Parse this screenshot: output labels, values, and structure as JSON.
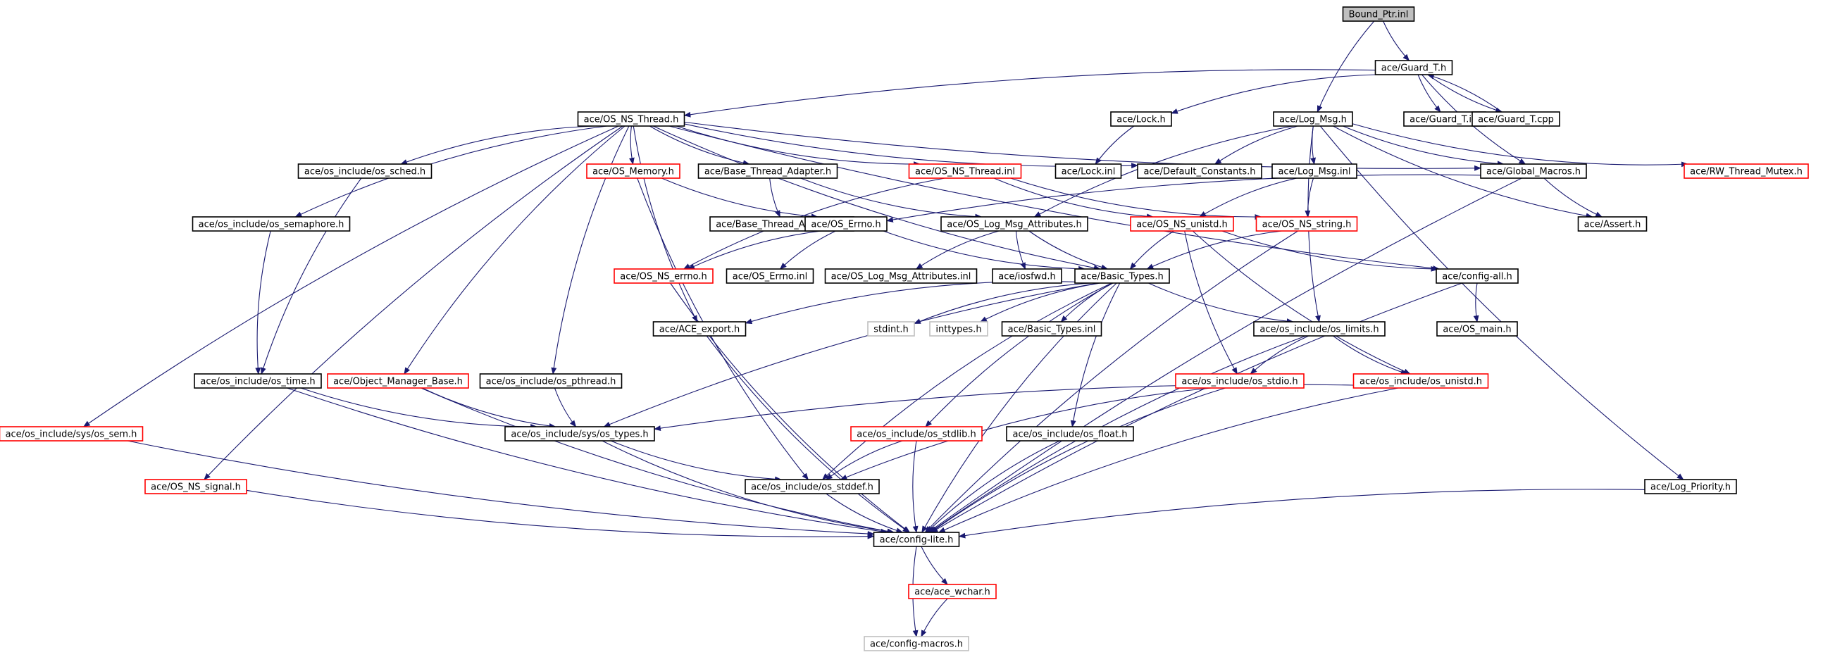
{
  "diagram": {
    "nodes": [
      {
        "id": "root",
        "label": "Bound_Ptr.inl",
        "kind": "root"
      },
      {
        "id": "guard_t_h",
        "label": "ace/Guard_T.h",
        "kind": "normal"
      },
      {
        "id": "os_ns_thread_h",
        "label": "ace/OS_NS_Thread.h",
        "kind": "normal"
      },
      {
        "id": "lock_h",
        "label": "ace/Lock.h",
        "kind": "normal"
      },
      {
        "id": "log_msg_h",
        "label": "ace/Log_Msg.h",
        "kind": "normal"
      },
      {
        "id": "guard_t_inl",
        "label": "ace/Guard_T.inl",
        "kind": "normal"
      },
      {
        "id": "guard_t_cpp",
        "label": "ace/Guard_T.cpp",
        "kind": "normal"
      },
      {
        "id": "os_sched_h",
        "label": "ace/os_include/os_sched.h",
        "kind": "normal"
      },
      {
        "id": "os_memory_h",
        "label": "ace/OS_Memory.h",
        "kind": "undoc"
      },
      {
        "id": "base_thread_adapter_h",
        "label": "ace/Base_Thread_Adapter.h",
        "kind": "normal"
      },
      {
        "id": "os_ns_thread_inl",
        "label": "ace/OS_NS_Thread.inl",
        "kind": "undoc"
      },
      {
        "id": "lock_inl",
        "label": "ace/Lock.inl",
        "kind": "normal"
      },
      {
        "id": "default_constants_h",
        "label": "ace/Default_Constants.h",
        "kind": "normal"
      },
      {
        "id": "log_msg_inl",
        "label": "ace/Log_Msg.inl",
        "kind": "normal"
      },
      {
        "id": "global_macros_h",
        "label": "ace/Global_Macros.h",
        "kind": "normal"
      },
      {
        "id": "rw_thread_mutex_h",
        "label": "ace/RW_Thread_Mutex.h",
        "kind": "undoc"
      },
      {
        "id": "os_semaphore_h",
        "label": "ace/os_include/os_semaphore.h",
        "kind": "normal"
      },
      {
        "id": "base_thread_adapter_inl",
        "label": "ace/Base_Thread_Adapter.inl",
        "kind": "normal"
      },
      {
        "id": "os_errno_h",
        "label": "ace/OS_Errno.h",
        "kind": "normal"
      },
      {
        "id": "os_log_msg_attributes_h",
        "label": "ace/OS_Log_Msg_Attributes.h",
        "kind": "normal"
      },
      {
        "id": "os_ns_unistd_h",
        "label": "ace/OS_NS_unistd.h",
        "kind": "undoc"
      },
      {
        "id": "os_ns_string_h",
        "label": "ace/OS_NS_string.h",
        "kind": "undoc"
      },
      {
        "id": "assert_h",
        "label": "ace/Assert.h",
        "kind": "normal"
      },
      {
        "id": "os_ns_errno_h",
        "label": "ace/OS_NS_errno.h",
        "kind": "undoc"
      },
      {
        "id": "os_errno_inl",
        "label": "ace/OS_Errno.inl",
        "kind": "normal"
      },
      {
        "id": "os_log_msg_attributes_inl",
        "label": "ace/OS_Log_Msg_Attributes.inl",
        "kind": "normal"
      },
      {
        "id": "iosfwd_h",
        "label": "ace/iosfwd.h",
        "kind": "normal"
      },
      {
        "id": "basic_types_h",
        "label": "ace/Basic_Types.h",
        "kind": "normal"
      },
      {
        "id": "config_all_h",
        "label": "ace/config-all.h",
        "kind": "normal"
      },
      {
        "id": "ace_export_h",
        "label": "ace/ACE_export.h",
        "kind": "normal"
      },
      {
        "id": "stdint_h",
        "label": "stdint.h",
        "kind": "missing"
      },
      {
        "id": "inttypes_h",
        "label": "inttypes.h",
        "kind": "missing"
      },
      {
        "id": "basic_types_inl",
        "label": "ace/Basic_Types.inl",
        "kind": "normal"
      },
      {
        "id": "os_limits_h",
        "label": "ace/os_include/os_limits.h",
        "kind": "normal"
      },
      {
        "id": "os_main_h",
        "label": "ace/OS_main.h",
        "kind": "normal"
      },
      {
        "id": "os_time_h",
        "label": "ace/os_include/os_time.h",
        "kind": "normal"
      },
      {
        "id": "object_manager_base_h",
        "label": "ace/Object_Manager_Base.h",
        "kind": "undoc"
      },
      {
        "id": "os_pthread_h",
        "label": "ace/os_include/os_pthread.h",
        "kind": "normal"
      },
      {
        "id": "os_stdio_h",
        "label": "ace/os_include/os_stdio.h",
        "kind": "undoc"
      },
      {
        "id": "os_unistd_h",
        "label": "ace/os_include/os_unistd.h",
        "kind": "undoc"
      },
      {
        "id": "os_sem_h",
        "label": "ace/os_include/sys/os_sem.h",
        "kind": "undoc"
      },
      {
        "id": "os_types_h",
        "label": "ace/os_include/sys/os_types.h",
        "kind": "normal"
      },
      {
        "id": "os_stdlib_h",
        "label": "ace/os_include/os_stdlib.h",
        "kind": "undoc"
      },
      {
        "id": "os_float_h",
        "label": "ace/os_include/os_float.h",
        "kind": "normal"
      },
      {
        "id": "os_ns_signal_h",
        "label": "ace/OS_NS_signal.h",
        "kind": "undoc"
      },
      {
        "id": "os_stddef_h",
        "label": "ace/os_include/os_stddef.h",
        "kind": "normal"
      },
      {
        "id": "log_priority_h",
        "label": "ace/Log_Priority.h",
        "kind": "normal"
      },
      {
        "id": "config_lite_h",
        "label": "ace/config-lite.h",
        "kind": "normal"
      },
      {
        "id": "ace_wchar_h",
        "label": "ace/ace_wchar.h",
        "kind": "undoc"
      },
      {
        "id": "config_macros_h",
        "label": "ace/config-macros.h",
        "kind": "missing"
      }
    ],
    "edges": [
      [
        "root",
        "guard_t_h"
      ],
      [
        "root",
        "log_msg_h"
      ],
      [
        "guard_t_h",
        "os_ns_thread_h"
      ],
      [
        "guard_t_h",
        "lock_h"
      ],
      [
        "guard_t_h",
        "guard_t_inl"
      ],
      [
        "guard_t_h",
        "guard_t_cpp"
      ],
      [
        "guard_t_h",
        "global_macros_h"
      ],
      [
        "guard_t_cpp",
        "guard_t_h"
      ],
      [
        "lock_h",
        "lock_inl"
      ],
      [
        "log_msg_h",
        "default_constants_h"
      ],
      [
        "log_msg_h",
        "log_msg_inl"
      ],
      [
        "log_msg_h",
        "global_macros_h"
      ],
      [
        "log_msg_h",
        "assert_h"
      ],
      [
        "log_msg_h",
        "os_log_msg_attributes_h"
      ],
      [
        "log_msg_h",
        "os_limits_h"
      ],
      [
        "log_msg_h",
        "rw_thread_mutex_h"
      ],
      [
        "log_msg_h",
        "log_priority_h"
      ],
      [
        "log_msg_inl",
        "os_ns_string_h"
      ],
      [
        "log_msg_inl",
        "os_ns_unistd_h"
      ],
      [
        "os_ns_thread_h",
        "os_sched_h"
      ],
      [
        "os_ns_thread_h",
        "os_memory_h"
      ],
      [
        "os_ns_thread_h",
        "base_thread_adapter_h"
      ],
      [
        "os_ns_thread_h",
        "os_ns_thread_inl"
      ],
      [
        "os_ns_thread_h",
        "default_constants_h"
      ],
      [
        "os_ns_thread_h",
        "global_macros_h"
      ],
      [
        "os_ns_thread_h",
        "os_semaphore_h"
      ],
      [
        "os_ns_thread_h",
        "os_sem_h"
      ],
      [
        "os_ns_thread_h",
        "os_ns_signal_h"
      ],
      [
        "os_ns_thread_h",
        "object_manager_base_h"
      ],
      [
        "os_ns_thread_h",
        "os_pthread_h"
      ],
      [
        "os_ns_thread_h",
        "ace_export_h"
      ],
      [
        "os_ns_thread_h",
        "basic_types_h"
      ],
      [
        "os_ns_thread_h",
        "config_all_h"
      ],
      [
        "os_sched_h",
        "os_time_h"
      ],
      [
        "os_semaphore_h",
        "os_time_h"
      ],
      [
        "os_memory_h",
        "os_errno_h"
      ],
      [
        "os_memory_h",
        "os_stddef_h"
      ],
      [
        "base_thread_adapter_h",
        "base_thread_adapter_inl"
      ],
      [
        "base_thread_adapter_h",
        "os_log_msg_attributes_h"
      ],
      [
        "os_ns_thread_inl",
        "os_ns_errno_h"
      ],
      [
        "os_ns_thread_inl",
        "os_ns_unistd_h"
      ],
      [
        "os_ns_thread_inl",
        "os_ns_string_h"
      ],
      [
        "global_macros_h",
        "os_errno_h"
      ],
      [
        "global_macros_h",
        "assert_h"
      ],
      [
        "global_macros_h",
        "config_lite_h"
      ],
      [
        "os_errno_h",
        "os_ns_errno_h"
      ],
      [
        "os_errno_h",
        "os_errno_inl"
      ],
      [
        "os_errno_h",
        "basic_types_h"
      ],
      [
        "os_log_msg_attributes_h",
        "os_log_msg_attributes_inl"
      ],
      [
        "os_log_msg_attributes_h",
        "iosfwd_h"
      ],
      [
        "os_log_msg_attributes_h",
        "basic_types_h"
      ],
      [
        "os_ns_unistd_h",
        "basic_types_h"
      ],
      [
        "os_ns_unistd_h",
        "os_stdio_h"
      ],
      [
        "os_ns_unistd_h",
        "os_unistd_h"
      ],
      [
        "os_ns_unistd_h",
        "config_all_h"
      ],
      [
        "os_ns_string_h",
        "basic_types_h"
      ],
      [
        "os_ns_string_h",
        "config_lite_h"
      ],
      [
        "os_ns_errno_h",
        "config_lite_h"
      ],
      [
        "basic_types_h",
        "ace_export_h"
      ],
      [
        "basic_types_h",
        "stdint_h"
      ],
      [
        "basic_types_h",
        "inttypes_h"
      ],
      [
        "basic_types_h",
        "basic_types_inl"
      ],
      [
        "basic_types_h",
        "os_limits_h"
      ],
      [
        "basic_types_h",
        "os_stdlib_h"
      ],
      [
        "basic_types_h",
        "os_float_h"
      ],
      [
        "basic_types_h",
        "os_types_h"
      ],
      [
        "basic_types_h",
        "os_stddef_h"
      ],
      [
        "basic_types_h",
        "config_lite_h"
      ],
      [
        "config_all_h",
        "os_main_h"
      ],
      [
        "config_all_h",
        "config_lite_h"
      ],
      [
        "ace_export_h",
        "config_lite_h"
      ],
      [
        "os_limits_h",
        "os_stdio_h"
      ],
      [
        "os_limits_h",
        "os_unistd_h"
      ],
      [
        "os_limits_h",
        "config_lite_h"
      ],
      [
        "os_time_h",
        "os_types_h"
      ],
      [
        "os_time_h",
        "config_lite_h"
      ],
      [
        "object_manager_base_h",
        "os_types_h"
      ],
      [
        "object_manager_base_h",
        "config_lite_h"
      ],
      [
        "os_pthread_h",
        "os_types_h"
      ],
      [
        "os_stdio_h",
        "os_stddef_h"
      ],
      [
        "os_stdio_h",
        "config_lite_h"
      ],
      [
        "os_unistd_h",
        "os_types_h"
      ],
      [
        "os_unistd_h",
        "config_lite_h"
      ],
      [
        "os_sem_h",
        "config_lite_h"
      ],
      [
        "os_types_h",
        "os_stddef_h"
      ],
      [
        "os_types_h",
        "config_lite_h"
      ],
      [
        "os_stdlib_h",
        "os_stddef_h"
      ],
      [
        "os_stdlib_h",
        "config_lite_h"
      ],
      [
        "os_float_h",
        "config_lite_h"
      ],
      [
        "os_ns_signal_h",
        "config_lite_h"
      ],
      [
        "os_stddef_h",
        "config_lite_h"
      ],
      [
        "log_priority_h",
        "config_lite_h"
      ],
      [
        "config_lite_h",
        "ace_wchar_h"
      ],
      [
        "config_lite_h",
        "config_macros_h"
      ],
      [
        "ace_wchar_h",
        "config_macros_h"
      ]
    ]
  }
}
